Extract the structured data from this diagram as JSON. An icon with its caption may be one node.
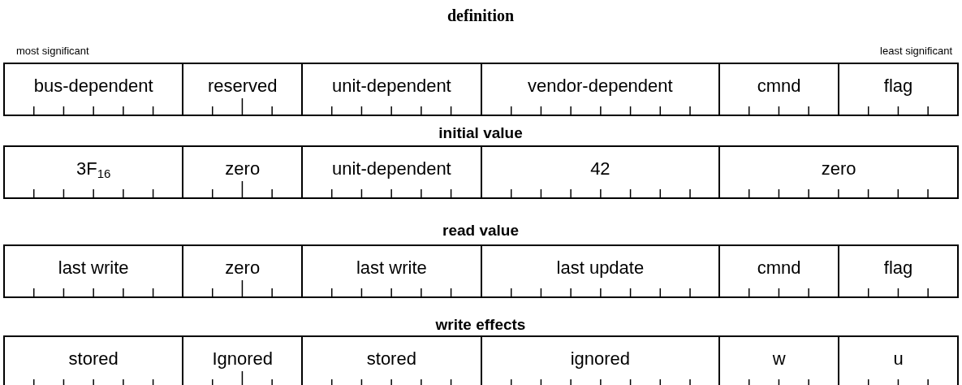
{
  "diagram": {
    "nodes": [
      {
        "text": [
          "bus-dependent"
        ]
      },
      {
        "text": [
          "reserved"
        ]
      },
      {
        "text": [
          "unit-dependent"
        ]
      },
      {
        "text": [
          "vendor-dependent"
        ]
      },
      {
        "text": [
          "cmnd"
        ]
      },
      {
        "text": [
          "flag"
        ]
      },
      {
        "text": [
          "3F$_{16}$"
        ]
      },
      {
        "text": [
          "zero"
        ]
      },
      {
        "text": [
          "unit-dependent"
        ]
      },
      {
        "text": [
          "42"
        ]
      },
      {
        "text": [
          "zero"
        ]
      },
      {
        "text": [
          "last write"
        ]
      },
      {
        "text": [
          "zero"
        ]
      },
      {
        "text": [
          "last write"
        ]
      },
      {
        "text": [
          "last update"
        ]
      },
      {
        "text": [
          "cmnd"
        ]
      },
      {
        "text": [
          "flag"
        ]
      },
      {
        "text": [
          "stored"
        ]
      },
      {
        "text": [
          "Ignored"
        ]
      },
      {
        "text": [
          "stored"
        ]
      },
      {
        "text": [
          "ignored"
        ]
      },
      {
        "text": [
          "w"
        ]
      },
      {
        "text": [
          "u"
        ]
      }
    ],
    "labels": [
      "definition",
      "most significant",
      "least significant",
      "initial value",
      "read value",
      "write effects"
    ]
  }
}
